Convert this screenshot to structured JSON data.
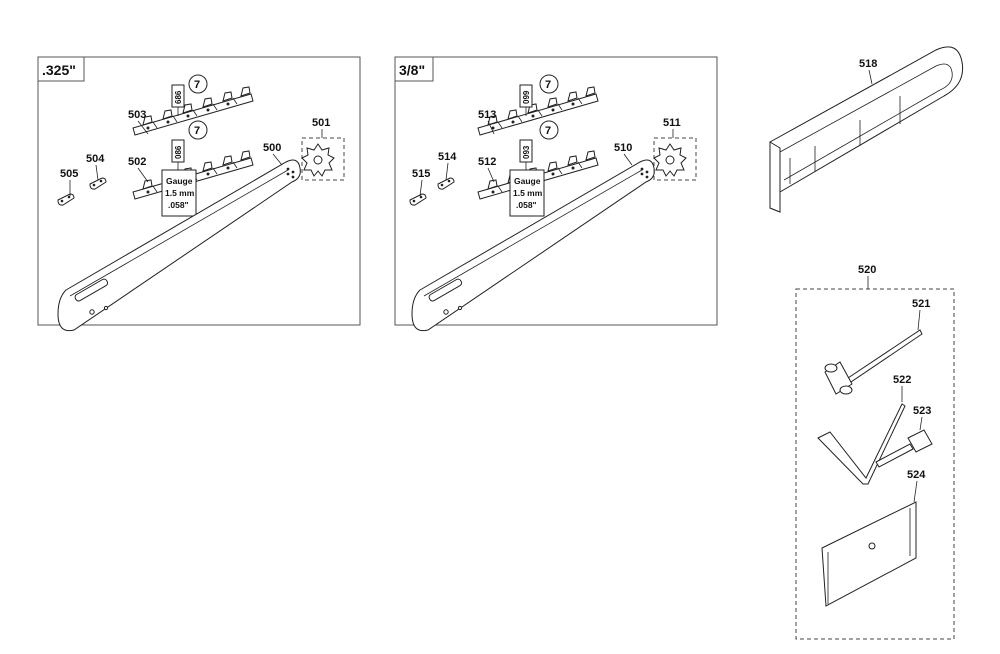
{
  "panels": [
    {
      "pitch": ".325\"",
      "labels": {
        "bar": "500",
        "sprocket": "501",
        "chain_a": "502",
        "chain_b": "503",
        "link_a": "504",
        "link_b": "505"
      },
      "chain_tags": [
        "686",
        "086"
      ],
      "grade_symbol": "7",
      "gauge": {
        "line1": "Gauge",
        "line2": "1.5 mm",
        "line3": ".058\""
      }
    },
    {
      "pitch": "3/8\"",
      "labels": {
        "bar": "510",
        "sprocket": "511",
        "chain_a": "512",
        "chain_b": "513",
        "link_a": "514",
        "link_b": "515"
      },
      "chain_tags": [
        "099",
        "093"
      ],
      "grade_symbol": "7",
      "gauge": {
        "line1": "Gauge",
        "line2": "1.5 mm",
        "line3": ".058\""
      }
    }
  ],
  "cover": {
    "label": "518"
  },
  "tool_kit": {
    "label": "520",
    "items": [
      {
        "label": "521",
        "icon": "scrench-icon"
      },
      {
        "label": "522",
        "icon": "hex-key-icon"
      },
      {
        "label": "523",
        "icon": "screwdriver-icon"
      },
      {
        "label": "524",
        "icon": "file-guide-icon"
      }
    ]
  }
}
